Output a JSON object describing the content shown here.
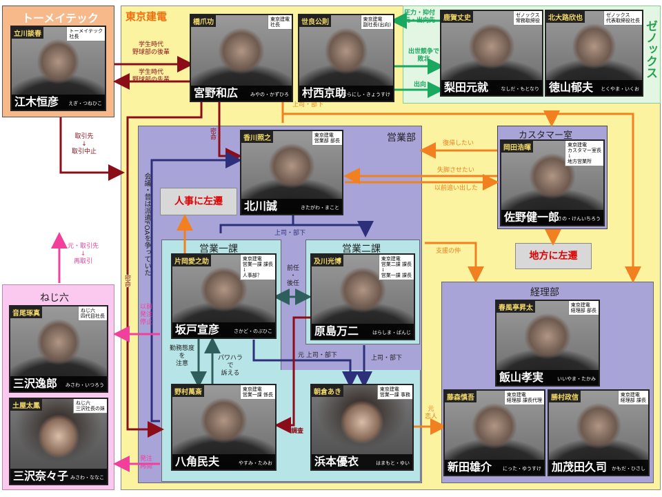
{
  "regions": {
    "tomei": {
      "title": "トーメイテック"
    },
    "tokyo": {
      "title": "東京建電"
    },
    "zenox": {
      "title": "ゼノックス"
    },
    "eigyo": {
      "title": "営業部"
    },
    "eigyo1": {
      "title": "営業一課"
    },
    "eigyo2": {
      "title": "営業二課"
    },
    "customer": {
      "title": "カスタマー室"
    },
    "keiri": {
      "title": "経理部"
    },
    "nejiroku": {
      "title": "ねじ六"
    }
  },
  "cards": {
    "egi": {
      "actor": "立川談春",
      "role": "トーメイテック\n社長",
      "name": "江木恒彦",
      "yomi": "えぎ・つねひこ"
    },
    "miyano": {
      "actor": "橋爪功",
      "role": "東京建電\n社長",
      "name": "宮野和広",
      "yomi": "みやの・かずひろ"
    },
    "muranishi": {
      "actor": "世良公則",
      "role": "東京建電\n副社長(出向)",
      "name": "村西京助",
      "yomi": "むらにし・きょうすけ"
    },
    "nashida": {
      "actor": "鹿賀丈史",
      "role": "ゼノックス\n常務取締役",
      "name": "梨田元就",
      "yomi": "なしだ・もとなり"
    },
    "tokuyama": {
      "actor": "北大路欣也",
      "role": "ゼノックス\n代表取締役社長",
      "name": "徳山郁夫",
      "yomi": "とくやま・いくお"
    },
    "kitagawa": {
      "actor": "香川照之",
      "role": "東京建電\n営業部 部長",
      "name": "北川誠",
      "yomi": "きたがわ・まこと"
    },
    "sano": {
      "actor": "岡田浩暉",
      "role": "東京建電\nカスタマー室長\n↓\n地方営業所",
      "name": "佐野健一郎",
      "yomi": "さの・けんいちろう"
    },
    "sakado": {
      "actor": "片岡愛之助",
      "role": "東京建電\n営業一課 課長\n↓\n人事部？",
      "name": "坂戸宣彦",
      "yomi": "さかど・のぶひこ"
    },
    "harashima": {
      "actor": "及川光博",
      "role": "東京建電\n営業二課 課長\n↓\n営業一課 課長",
      "name": "原島万二",
      "yomi": "はらしま・ばんじ"
    },
    "yasumi": {
      "actor": "野村萬斎",
      "role": "東京建電\n営業一課 係長",
      "name": "八角民夫",
      "yomi": "やすみ・たみお"
    },
    "hamamoto": {
      "actor": "朝倉あき",
      "role": "東京建電\n営業一課 事務",
      "name": "浜本優衣",
      "yomi": "はまもと・ゆい"
    },
    "iiyama": {
      "actor": "春風亭昇太",
      "role": "東京建電\n経理部 部長",
      "name": "飯山孝実",
      "yomi": "いいやま・たかみ"
    },
    "nitta": {
      "actor": "藤森慎吾",
      "role": "東京建電\n経理部 課長代理",
      "name": "新田雄介",
      "yomi": "にった・ゆうすけ"
    },
    "kamoda": {
      "actor": "勝村政信",
      "role": "東京建電\n経理部 課長",
      "name": "加茂田久司",
      "yomi": "かもだ・ひさし"
    },
    "misawa_i": {
      "actor": "音尾琢真",
      "role": "ねじ六\n四代目社長",
      "name": "三沢逸郎",
      "yomi": "みさわ・いつろう"
    },
    "misawa_n": {
      "actor": "土屋太鳳",
      "role": "ねじ六\n三沢社長の妹",
      "name": "三沢奈々子",
      "yomi": "みさわ・ななこ"
    }
  },
  "demotions": {
    "jinji": "人事に左遷",
    "chiho": "地方に左遷"
  },
  "labels": {
    "senpai_kohai": "学生時代\n野球部の後輩",
    "senpai": "学生時代\n野球部の先輩",
    "atsuryoku": "圧力・抑付\n元・出向先",
    "shusse": "出世競争で\n敗北",
    "shukko": "出向",
    "joshi_buka_top": "上司・部下",
    "torihiki": "取引先\n↓\n取引中止",
    "mitsumei1": "密命",
    "mitsumei2": "密命",
    "fukki": "復帰したい",
    "shikkaku": "失脚させたい",
    "oidashi": "以前追い出した",
    "enjo": "支援の仲",
    "moto_torihiki": "元・取引先\n↓\n再取引",
    "joshi_buka_mid": "上司・部下",
    "zennin": "前任\n・\n後任",
    "kinmu": "勤務態度\nを\n注意",
    "pawahara": "パワハラ\nで\n訴える",
    "moto_joshi": "元 上司・部下",
    "joshi_buka_small": "上司・部下",
    "moto_koibito": "元\n恋人",
    "chosa": "調査",
    "ijime": "以前\n発注\n停止",
    "hacchu": "発注\n再開",
    "kaigi": "会議・昔は派遣FOAを争っていた"
  },
  "colors": {
    "tomei_bg": "#f7b98a",
    "tokyo_bg": "#fbf3a0",
    "zenox_bg": "#e3f5e3",
    "eigyo_bg": "#a8a4d8",
    "ka_bg": "#b7e4e6",
    "customer_bg": "#a8a4d8",
    "keiri_bg": "#a8a4d8",
    "nejiroku_bg": "#fbc8f0",
    "dark_red": "#8a0d17",
    "navy": "#2d2f7a",
    "teal": "#2f5f5c",
    "orange": "#f08020",
    "green": "#1aa860",
    "magenta": "#f0409c"
  }
}
